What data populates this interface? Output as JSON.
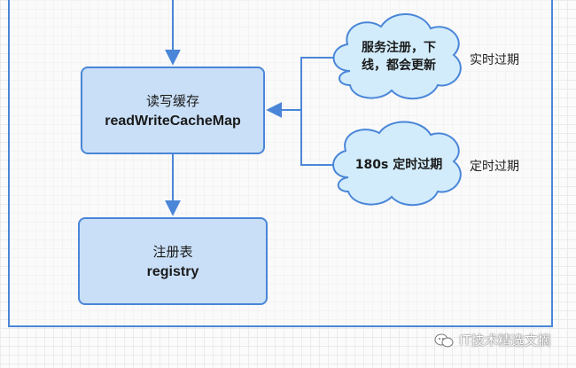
{
  "nodes": {
    "cache": {
      "line1": "读写缓存",
      "line2": "readWriteCacheMap"
    },
    "registry": {
      "line1": "注册表",
      "line2": "registry"
    }
  },
  "clouds": {
    "realtime": {
      "line1": "服务注册，下",
      "line2": "线，都会更新"
    },
    "timed": {
      "text": "180s 定时过期"
    }
  },
  "labels": {
    "realtime": "实时过期",
    "timed": "定时过期"
  },
  "watermark": "IT技术精选文摘",
  "colors": {
    "border": "#4a86d8",
    "node_fill": "#c9dff7",
    "cloud_fill": "#d2ecfb",
    "arrow": "#4a86d8"
  }
}
